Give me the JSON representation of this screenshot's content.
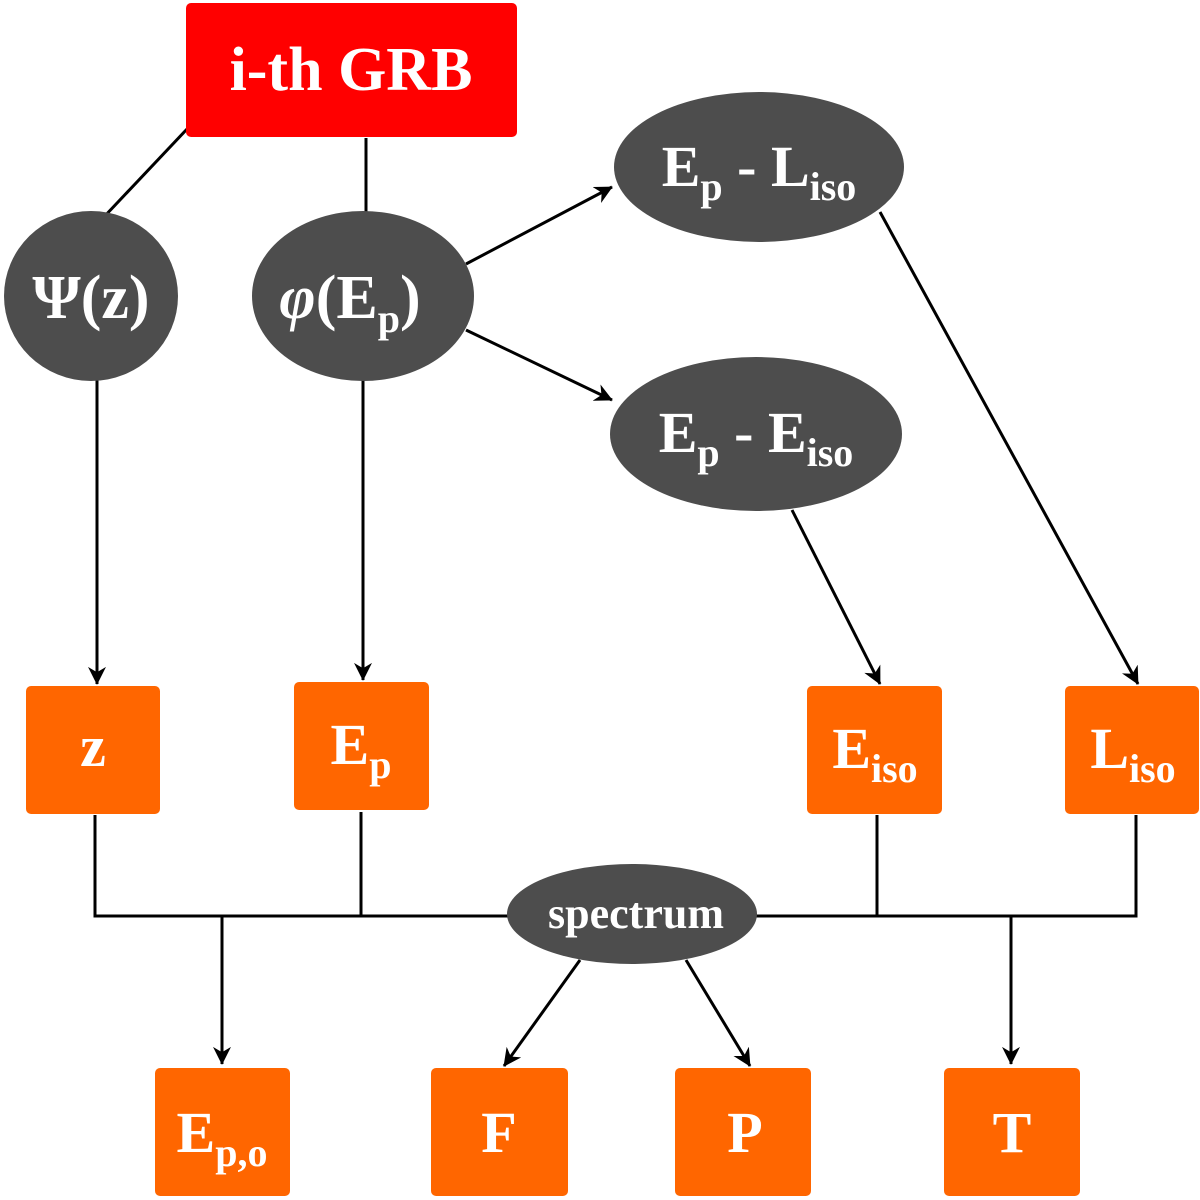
{
  "colors": {
    "root": "#ff0000",
    "latent": "#4d4d4d",
    "observed": "#ff6600",
    "edge": "#000000",
    "text": "#ffffff"
  },
  "nodes": {
    "root": {
      "main": "i-th GRB"
    },
    "psi": {
      "main": "Ψ(z)"
    },
    "phi": {
      "prefix": "φ",
      "main": "(E",
      "sub": "p",
      "suffix": ")"
    },
    "ep_liso": {
      "main": "E",
      "sub": "p",
      "mid": " - L",
      "sub2": "iso"
    },
    "ep_eiso": {
      "main": "E",
      "sub": "p",
      "mid": " - E",
      "sub2": "iso"
    },
    "z": {
      "main": "z"
    },
    "ep": {
      "main": "E",
      "sub": "p"
    },
    "eiso": {
      "main": "E",
      "sub": "iso"
    },
    "liso": {
      "main": "L",
      "sub": "iso"
    },
    "spectrum": {
      "main": "spectrum"
    },
    "epo": {
      "main": "E",
      "sub": "p,o"
    },
    "f": {
      "main": "F"
    },
    "p": {
      "main": "P"
    },
    "t": {
      "main": "T"
    }
  }
}
